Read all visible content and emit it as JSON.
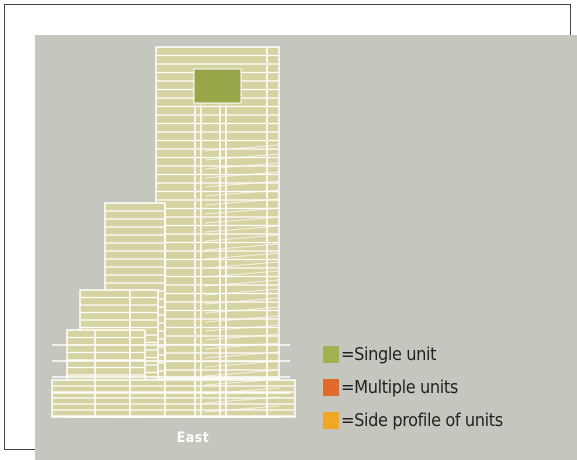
{
  "figure": {
    "view_label": "East",
    "colors": {
      "background": "#c5c6bd",
      "building_fill": "#d6d3a3",
      "building_line": "#ffffff",
      "highlight_unit": "#98a548"
    },
    "highlighted_unit_type": "Single unit"
  },
  "legend": {
    "items": [
      {
        "label": "=Single unit",
        "color": "#a3b04f"
      },
      {
        "label": "=Multiple units",
        "color": "#e06b2a"
      },
      {
        "label": "=Side profile of units",
        "color": "#f2a724"
      }
    ]
  }
}
